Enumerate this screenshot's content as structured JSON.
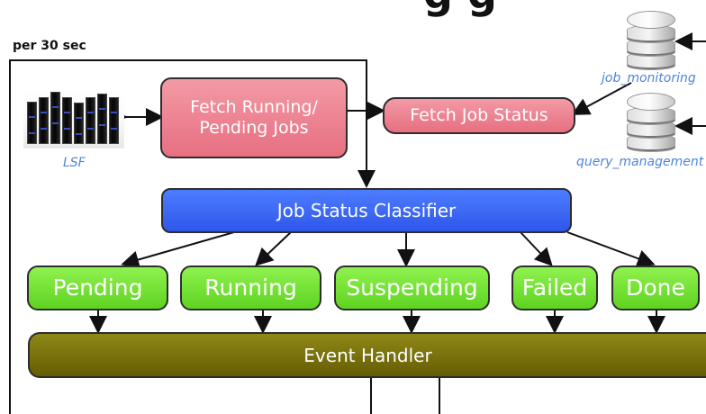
{
  "header": {
    "title_fragment": "g g"
  },
  "loop_caption": "per 30 sec",
  "external": {
    "lsf_label": "LSF",
    "databases": [
      {
        "label": "job_monitoring"
      },
      {
        "label": "query_management"
      }
    ]
  },
  "nodes": {
    "fetch_running_pending": {
      "line1": "Fetch Running/",
      "line2": "Pending Jobs"
    },
    "fetch_job_status": "Fetch Job Status",
    "classifier": "Job Status Classifier",
    "statuses": [
      "Pending",
      "Running",
      "Suspending",
      "Failed",
      "Done"
    ],
    "event_handler": "Event Handler"
  },
  "colors": {
    "fetch": "#ea7484",
    "classifier": "#3461ef",
    "status": "#6bd92c",
    "event_handler": "#756d0b",
    "database_label": "#4f84dc"
  }
}
